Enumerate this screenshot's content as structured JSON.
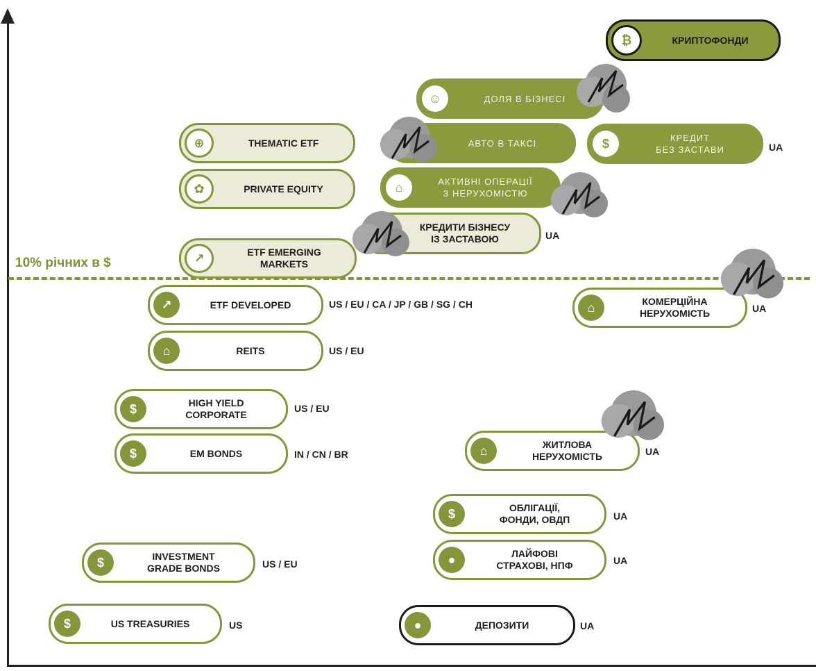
{
  "threshold_label": "10% річних в $",
  "items": {
    "crypto": {
      "label": "КРИПТОФОНДИ",
      "icon": "bitcoin-icon"
    },
    "business_share": {
      "label": "ДОЛЯ В БІЗНЕСІ",
      "icon": "people-icon"
    },
    "taxi": {
      "label": "АВТО В ТАКСІ"
    },
    "unsecured_credit": {
      "label": "КРЕДИТ\nБЕЗ ЗАСТАВИ",
      "icon": "person-money-icon",
      "region": "UA"
    },
    "thematic_etf": {
      "label": "THEMATIC ETF",
      "icon": "crosshair-icon"
    },
    "real_estate_ops": {
      "label": "АКТИВНІ ОПЕРАЦІЇ\nЗ НЕРУХОМІСТЮ",
      "icon": "bank-icon"
    },
    "private_equity": {
      "label": "PRIVATE EQUITY",
      "icon": "gear-icon"
    },
    "secured_business_loans": {
      "label": "КРЕДИТИ БІЗНЕСУ\nІЗ ЗАСТАВОЮ",
      "region": "UA"
    },
    "etf_emerging": {
      "label": "ETF EMERGING\nMARKETS",
      "icon": "chart-up-icon"
    },
    "etf_developed": {
      "label": "ETF DEVELOPED",
      "icon": "chart-up-icon",
      "region": "US / EU / CA / JP / GB / SG / CH"
    },
    "commercial_re": {
      "label": "КОМЕРЦІЙНА\nНЕРУХОМІСТЬ",
      "icon": "bank-icon",
      "region": "UA"
    },
    "reits": {
      "label": "REITS",
      "icon": "bank-icon",
      "region": "US / EU"
    },
    "high_yield": {
      "label": "HIGH YIELD\nCORPORATE",
      "icon": "money-icon",
      "region": "US / EU"
    },
    "em_bonds": {
      "label": "EM BONDS",
      "icon": "money-icon",
      "region": "IN / CN / BR"
    },
    "residential_re": {
      "label": "ЖИТЛОВА\nНЕРУХОМІСТЬ",
      "icon": "bank-icon",
      "region": "UA"
    },
    "ua_bonds": {
      "label": "ОБЛІГАЦІЇ,\nФОНДИ, ОВДП",
      "icon": "money-icon",
      "region": "UA"
    },
    "life_insurance": {
      "label": "ЛАЙФОВІ\nСТРАХОВІ, НПФ",
      "icon": "piggy-bank-icon",
      "region": "UA"
    },
    "investment_grade": {
      "label": "INVESTMENT\nGRADE BONDS",
      "icon": "money-icon",
      "region": "US / EU"
    },
    "us_treasuries": {
      "label": "US TREASURIES",
      "icon": "money-icon",
      "region": "US"
    },
    "deposits": {
      "label": "ДЕПОЗИТИ",
      "icon": "piggy-bank-icon",
      "region": "UA"
    }
  },
  "colors": {
    "olive": "#84963a",
    "olive_fill": "#8a9b3e",
    "cream": "#ecebd8",
    "dark": "#1a1a1a",
    "smoke": "#9a9a9a"
  }
}
